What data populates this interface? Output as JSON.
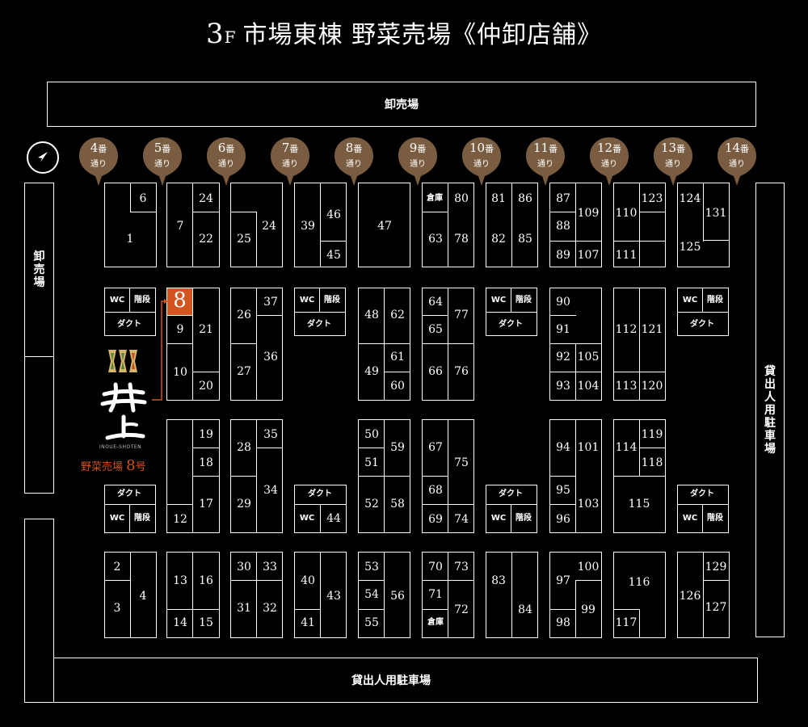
{
  "title": {
    "floor_num": "3",
    "floor_unit": "F",
    "main": "市場東棟 野菜売場《仲卸店舗》"
  },
  "areas": {
    "top": "卸売場",
    "left": "卸売場",
    "right": "貸出人用駐車場",
    "bottom": "貸出人用駐車場"
  },
  "streets": [
    {
      "num": "4",
      "unit": "番",
      "sub": "通り"
    },
    {
      "num": "5",
      "unit": "番",
      "sub": "通り"
    },
    {
      "num": "6",
      "unit": "番",
      "sub": "通り"
    },
    {
      "num": "7",
      "unit": "番",
      "sub": "通り"
    },
    {
      "num": "8",
      "unit": "番",
      "sub": "通り"
    },
    {
      "num": "9",
      "unit": "番",
      "sub": "通り"
    },
    {
      "num": "10",
      "unit": "番",
      "sub": "通り"
    },
    {
      "num": "11",
      "unit": "番",
      "sub": "通り"
    },
    {
      "num": "12",
      "unit": "番",
      "sub": "通り"
    },
    {
      "num": "13",
      "unit": "番",
      "sub": "通り"
    },
    {
      "num": "14",
      "unit": "番",
      "sub": "通り"
    }
  ],
  "facility": {
    "wc": "WC",
    "stairs": "階段",
    "duct": "ダクト",
    "storage": "倉庫"
  },
  "highlight": {
    "stall": "8"
  },
  "shop": {
    "brand": "INOUE-SHOTEN",
    "label_prefix": "野菜売場",
    "label_num": "8",
    "label_suffix": "号"
  },
  "colors": {
    "background": "#000000",
    "accent": "#d2541e",
    "pin": "#7a5d40",
    "line": "#ffffff"
  },
  "icons": {
    "compass": "navigation-arrow-icon",
    "logo": "inoue-shoten-logo"
  },
  "stalls": {
    "a1": "1",
    "a2": "2",
    "a3": "3",
    "a4": "4",
    "a6": "6",
    "a7": "7",
    "a9": "9",
    "a10": "10",
    "a12": "12",
    "a13": "13",
    "a14": "14",
    "a15": "15",
    "a16": "16",
    "a17": "17",
    "a18": "18",
    "a19": "19",
    "a20": "20",
    "a21": "21",
    "a22": "22",
    "a24": "24",
    "a25": "25",
    "a24b": "24",
    "a26": "26",
    "a27": "27",
    "a28": "28",
    "a29": "29",
    "a30": "30",
    "a31": "31",
    "a32": "32",
    "a33": "33",
    "a34": "34",
    "a35": "35",
    "a36": "36",
    "a37": "37",
    "a39": "39",
    "a40": "40",
    "a41": "41",
    "a43": "43",
    "a44": "44",
    "a45": "45",
    "a46": "46",
    "a47": "47",
    "a48": "48",
    "a49": "49",
    "a50": "50",
    "a51": "51",
    "a52": "52",
    "a53": "53",
    "a54": "54",
    "a55": "55",
    "a56": "56",
    "a58": "58",
    "a59": "59",
    "a60": "60",
    "a61": "61",
    "a62": "62",
    "a63": "63",
    "a64": "64",
    "a65": "65",
    "a66": "66",
    "a67": "67",
    "a68": "68",
    "a69": "69",
    "a70": "70",
    "a71": "71",
    "a72": "72",
    "a73": "73",
    "a74": "74",
    "a75": "75",
    "a76": "76",
    "a77": "77",
    "a78": "78",
    "a80": "80",
    "a81": "81",
    "a82": "82",
    "a83": "83",
    "a84": "84",
    "a85": "85",
    "a86": "86",
    "a87": "87",
    "a88": "88",
    "a89": "89",
    "a90": "90",
    "a91": "91",
    "a92": "92",
    "a93": "93",
    "a94": "94",
    "a95": "95",
    "a96": "96",
    "a97": "97",
    "a98": "98",
    "a99": "99",
    "a100": "100",
    "a101": "101",
    "a103": "103",
    "a104": "104",
    "a105": "105",
    "a107": "107",
    "a109": "109",
    "a110": "110",
    "a111": "111",
    "a112": "112",
    "a113": "113",
    "a114": "114",
    "a115": "115",
    "a116": "116",
    "a117": "117",
    "a118": "118",
    "a119": "119",
    "a120": "120",
    "a121": "121",
    "a123": "123",
    "a124": "124",
    "a125": "125",
    "a126": "126",
    "a127": "127",
    "a129": "129",
    "a131": "131"
  }
}
